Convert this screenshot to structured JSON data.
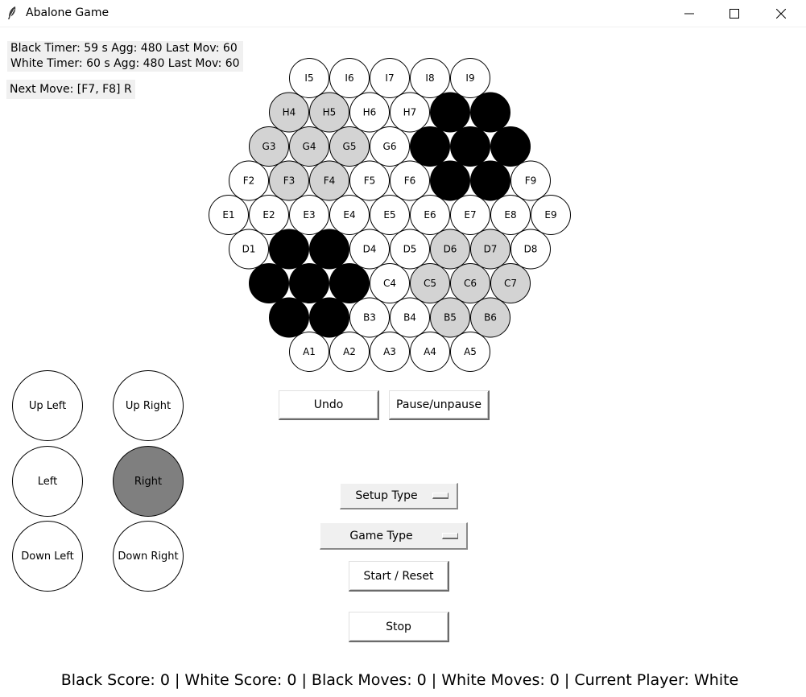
{
  "window": {
    "title": "Abalone Game",
    "icons": [
      "feather-icon",
      "minimize-icon",
      "maximize-icon",
      "close-icon"
    ]
  },
  "info": {
    "black_timer": "Black Timer: 59 s Agg: 480 Last Mov: 60",
    "white_timer": "White Timer: 60 s Agg: 480 Last Mov: 60",
    "next_move": "Next Move: [F7, F8] R"
  },
  "board": {
    "colors": {
      "empty": "#ffffff",
      "white": "#d3d3d3",
      "black": "#000000"
    },
    "rows": [
      {
        "row": "I",
        "start": 5,
        "cells": [
          "e",
          "e",
          "e",
          "e",
          "e"
        ]
      },
      {
        "row": "H",
        "start": 4,
        "cells": [
          "w",
          "w",
          "e",
          "e",
          "b",
          "b"
        ]
      },
      {
        "row": "G",
        "start": 3,
        "cells": [
          "w",
          "w",
          "w",
          "e",
          "b",
          "b",
          "b"
        ]
      },
      {
        "row": "F",
        "start": 2,
        "cells": [
          "e",
          "w",
          "w",
          "e",
          "e",
          "b",
          "b",
          "e"
        ]
      },
      {
        "row": "E",
        "start": 1,
        "cells": [
          "e",
          "e",
          "e",
          "e",
          "e",
          "e",
          "e",
          "e",
          "e"
        ]
      },
      {
        "row": "D",
        "start": 1,
        "cells": [
          "e",
          "b",
          "b",
          "e",
          "e",
          "w",
          "w",
          "e"
        ]
      },
      {
        "row": "C",
        "start": 1,
        "cells": [
          "b",
          "b",
          "b",
          "e",
          "w",
          "w",
          "w"
        ]
      },
      {
        "row": "B",
        "start": 1,
        "cells": [
          "b",
          "b",
          "e",
          "e",
          "w",
          "w"
        ]
      },
      {
        "row": "A",
        "start": 1,
        "cells": [
          "e",
          "e",
          "e",
          "e",
          "e"
        ]
      }
    ]
  },
  "controls": {
    "undo": "Undo",
    "pause": "Pause/unpause",
    "setup_type": "Setup Type",
    "game_type": "Game Type",
    "start_reset": "Start / Reset",
    "stop": "Stop"
  },
  "directions": {
    "up_left": "Up Left",
    "up_right": "Up Right",
    "left": "Left",
    "right": "Right",
    "down_left": "Down Left",
    "down_right": "Down Right",
    "selected": "Right",
    "active_color": "#7f7f7f"
  },
  "status": {
    "text": "Black Score: 0 | White Score: 0 | Black Moves: 0 | White Moves: 0 | Current Player: White"
  }
}
